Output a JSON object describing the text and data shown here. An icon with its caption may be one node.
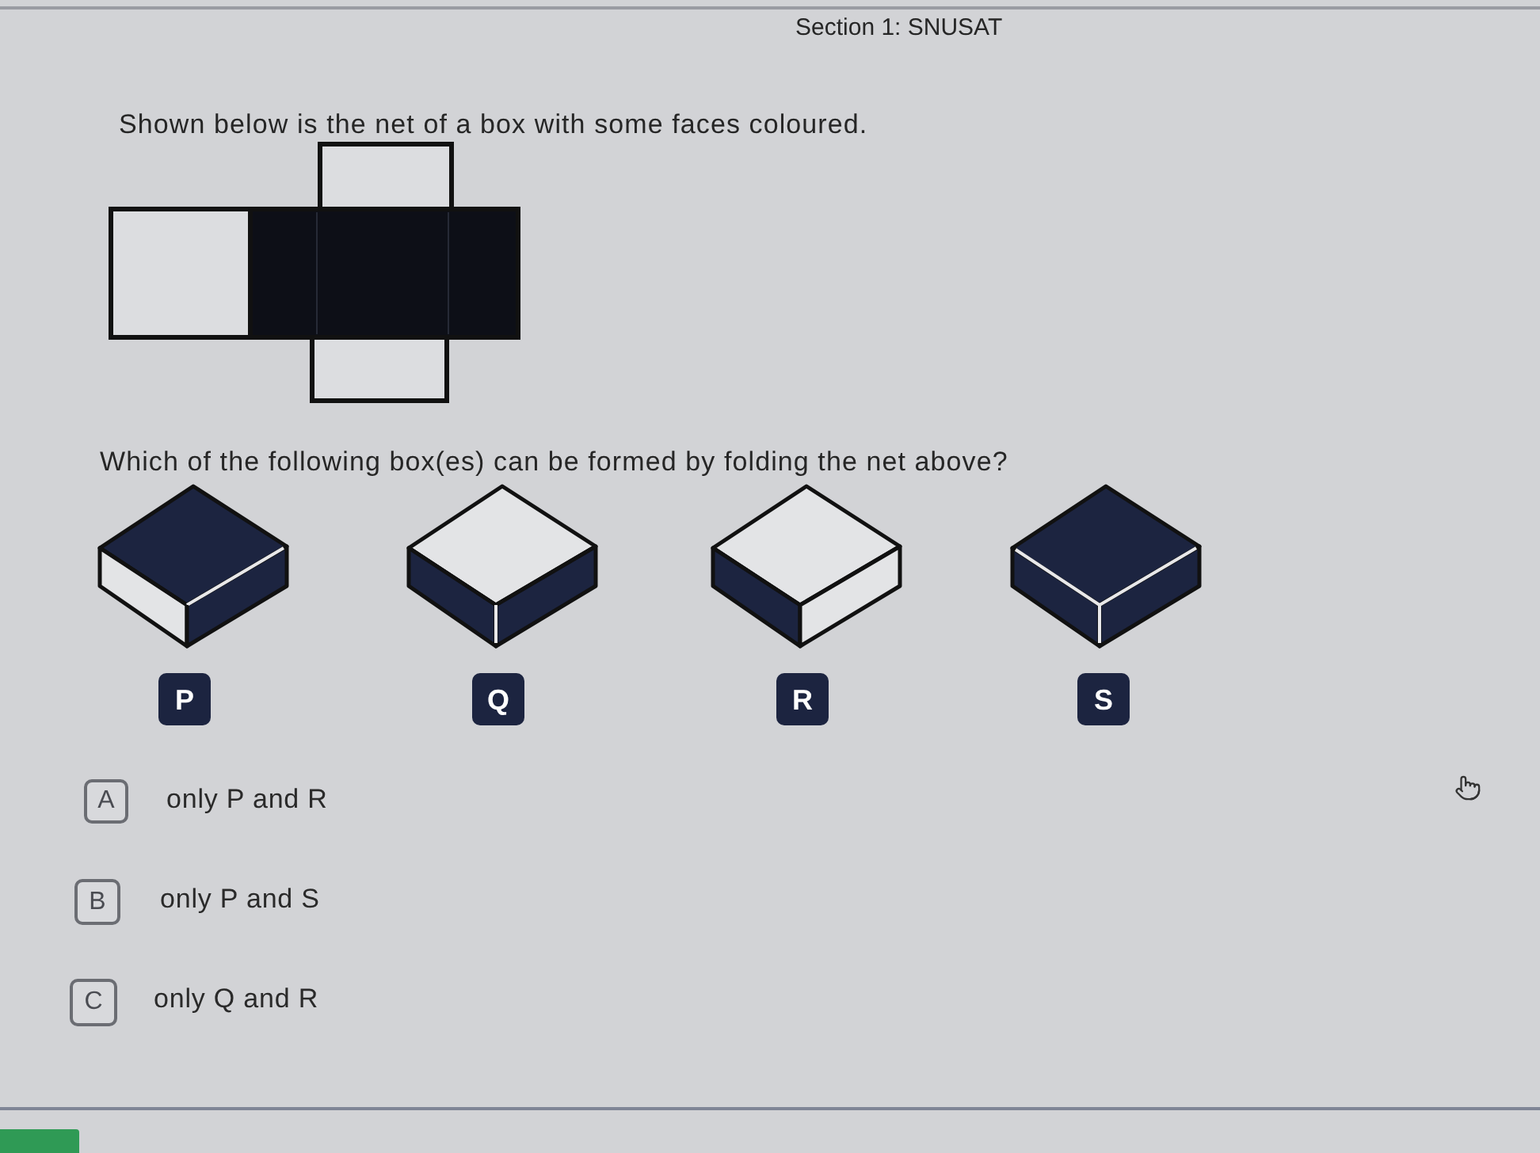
{
  "diagram": {
    "title": "Section 1: SNUSAT",
    "nodes": [
      {
        "text": [
          "P"
        ]
      },
      {
        "text": [
          "Q"
        ]
      },
      {
        "text": [
          "R"
        ]
      },
      {
        "text": [
          "S"
        ]
      },
      {
        "text": [
          "A"
        ],
        "beside": [
          "only P and R"
        ]
      },
      {
        "text": [
          "B"
        ],
        "beside": [
          "only P and S"
        ]
      },
      {
        "text": [
          "C"
        ],
        "beside": [
          "only Q and R"
        ]
      }
    ],
    "labels": [
      "Shown below is the net of a box with some faces coloured.",
      "Which of the following box(es) can be formed by folding the net above?"
    ]
  }
}
